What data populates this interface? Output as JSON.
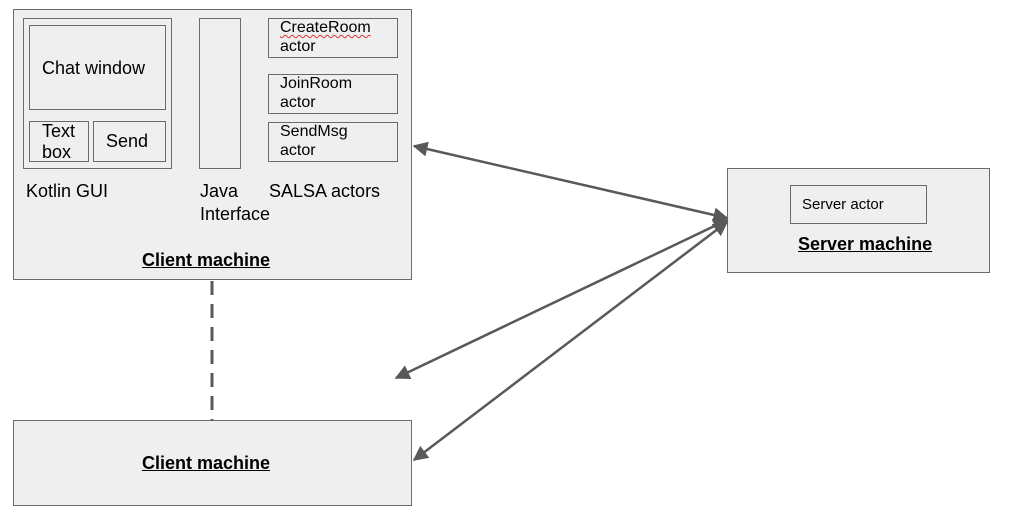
{
  "client_machine_top": {
    "title": "Client machine",
    "kotlin_gui": {
      "chat_window": "Chat window",
      "text_box_line1": "Text",
      "text_box_line2": "box",
      "send": "Send",
      "label": "Kotlin GUI"
    },
    "java_interface": {
      "line1": "Java",
      "line2": "Interface"
    },
    "salsa_actors": {
      "label": "SALSA actors",
      "create_room": {
        "line1": "CreateRoom",
        "line2": "actor"
      },
      "join_room": {
        "line1": "JoinRoom",
        "line2": "actor"
      },
      "send_msg": {
        "line1": "SendMsg",
        "line2": "actor"
      }
    }
  },
  "server_machine": {
    "title": "Server machine",
    "server_actor": "Server actor"
  },
  "client_machine_bottom": {
    "title": "Client machine"
  },
  "colors": {
    "box_fill": "#efefef",
    "box_border": "#6b6b6b",
    "arrow": "#595959"
  }
}
